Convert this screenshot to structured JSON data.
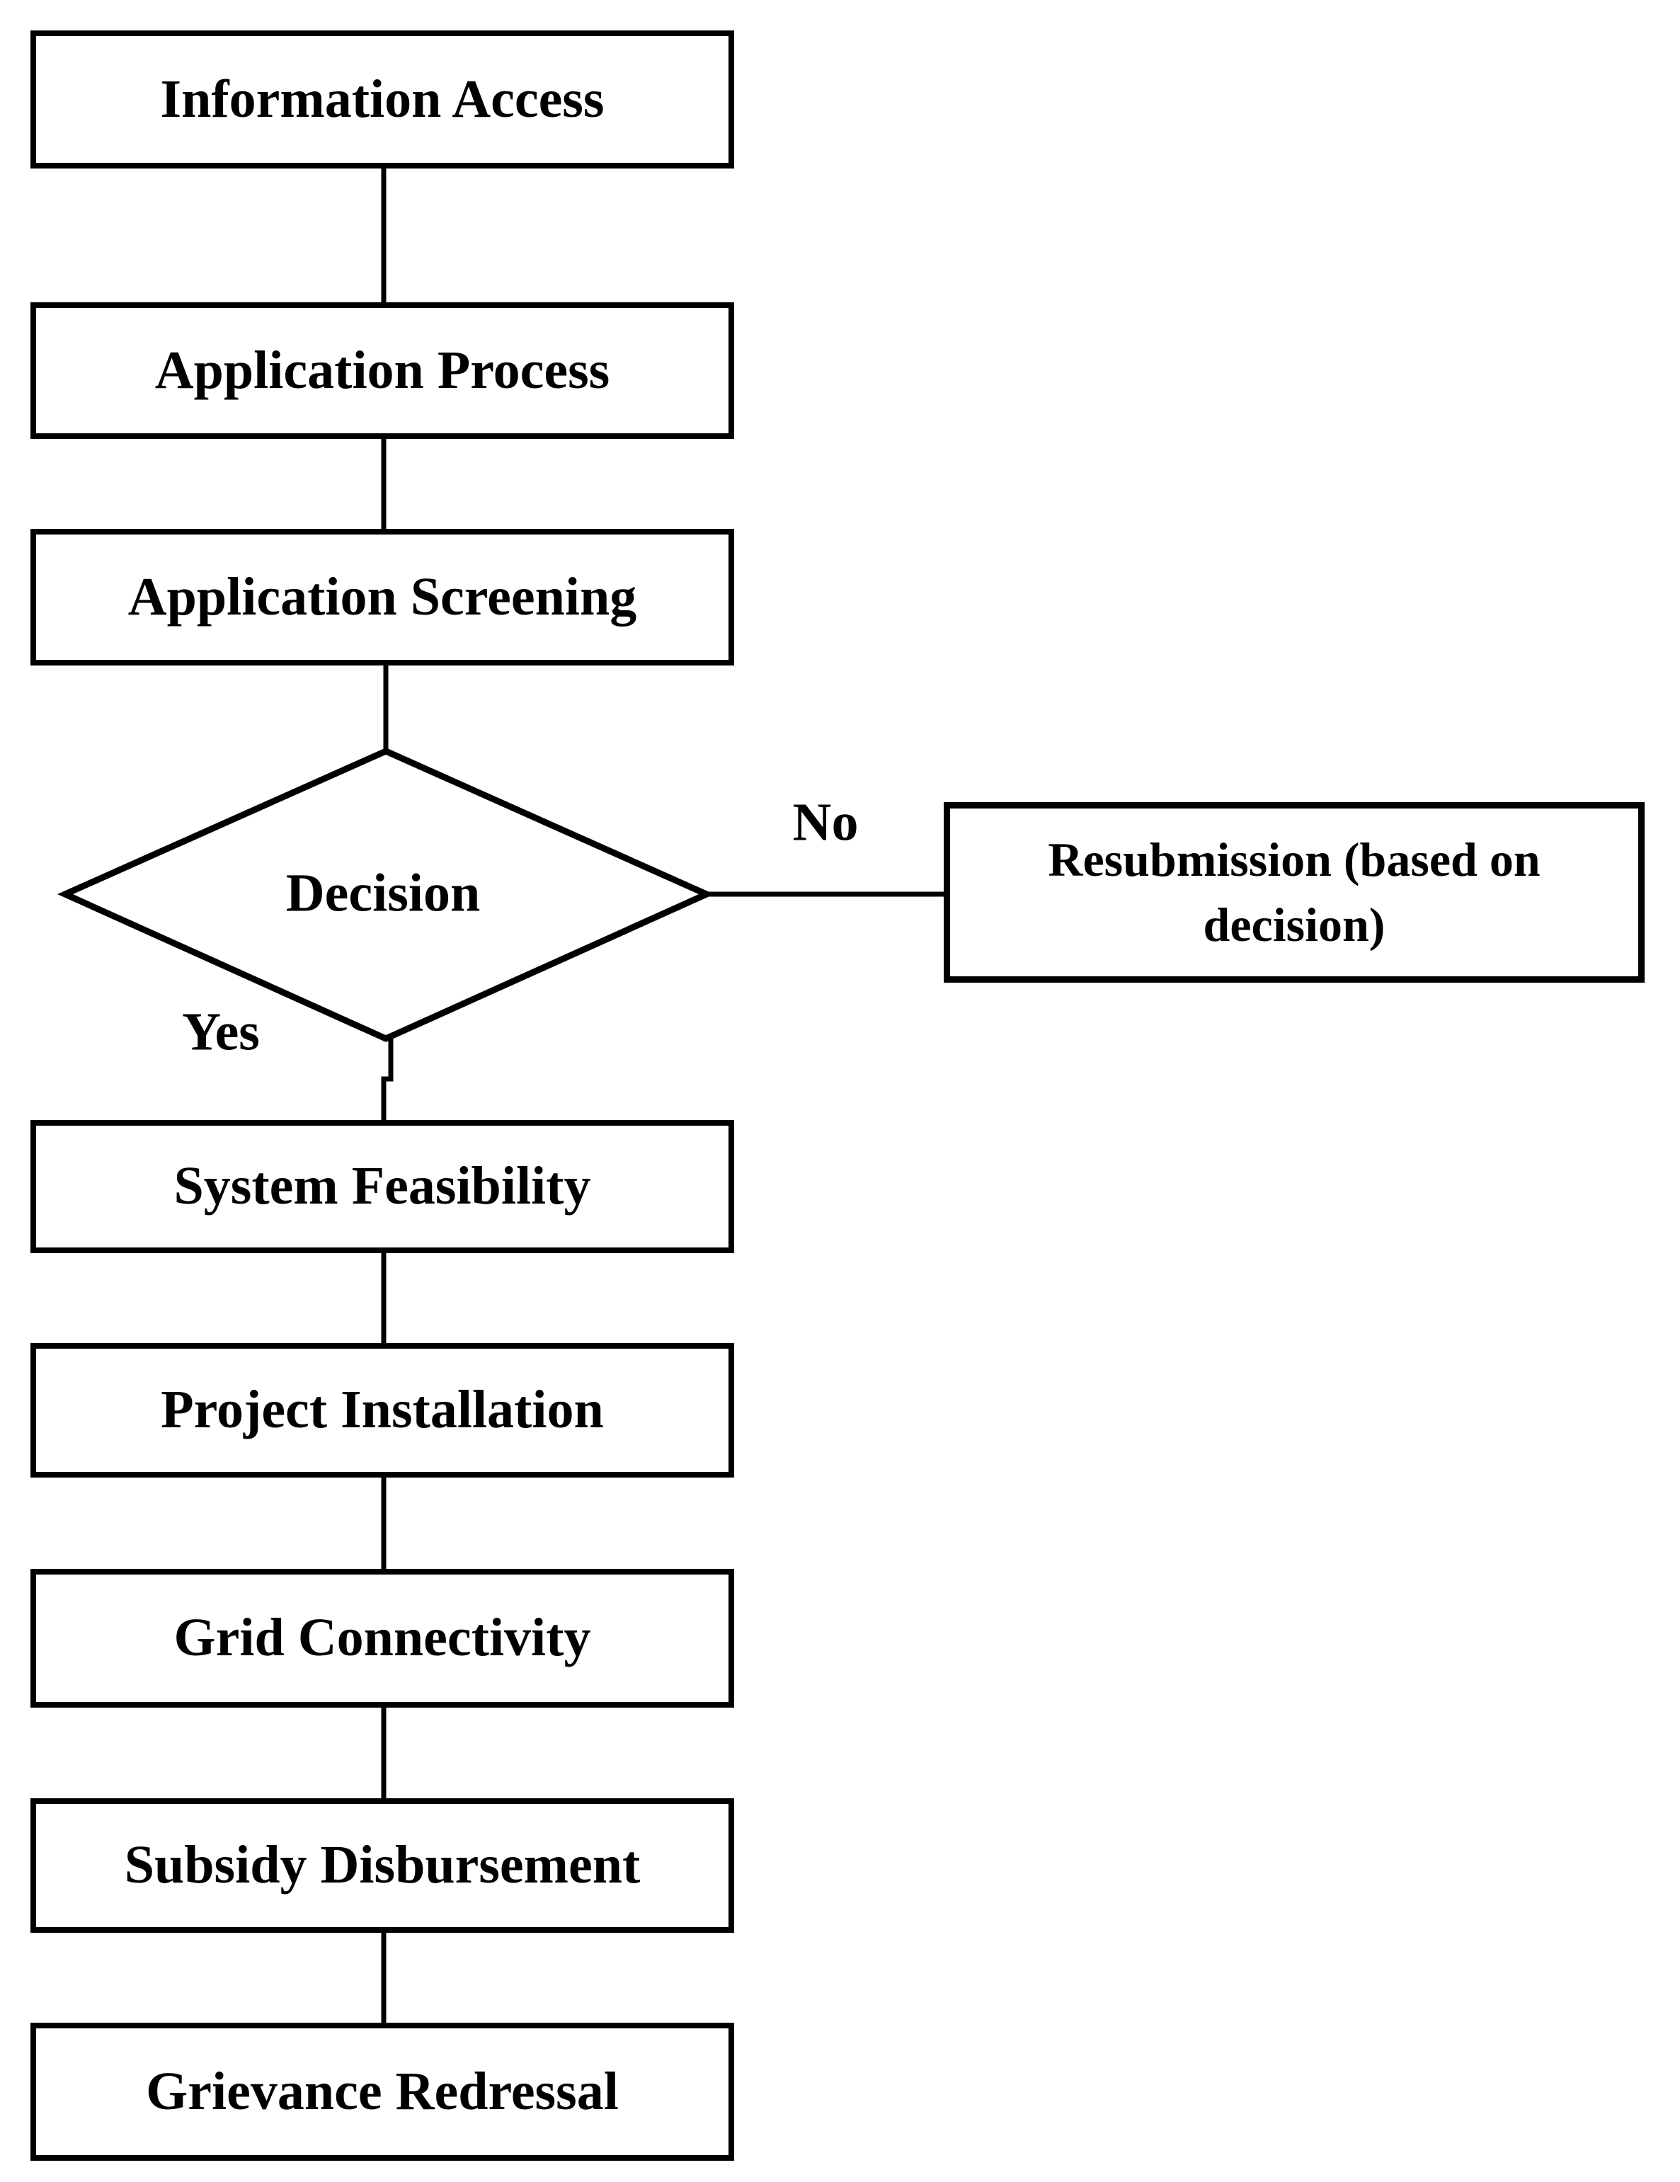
{
  "diagram": {
    "type": "flowchart",
    "background_color": "#ffffff",
    "stroke_color": "#000000",
    "node_fill_color": "#ffffff",
    "text_color": "#000000",
    "nodes": {
      "information_access": "Information Access",
      "application_process": "Application Process",
      "application_screening": "Application Screening",
      "decision": "Decision",
      "resubmission": "Resubmission (based on decision)",
      "system_feasibility": "System Feasibility",
      "project_installation": "Project Installation",
      "grid_connectivity": "Grid Connectivity",
      "subsidy_disbursement": "Subsidy Disbursement",
      "grievance_redressal": "Grievance Redressal"
    },
    "edge_labels": {
      "yes": "Yes",
      "no": "No"
    },
    "flow": [
      "Information Access -> Application Process",
      "Application Process -> Application Screening",
      "Application Screening -> Decision",
      "Decision -No-> Resubmission (based on decision)",
      "Decision -Yes-> System Feasibility",
      "System Feasibility -> Project Installation",
      "Project Installation -> Grid Connectivity",
      "Grid Connectivity -> Subsidy Disbursement",
      "Subsidy Disbursement -> Grievance Redressal"
    ]
  }
}
